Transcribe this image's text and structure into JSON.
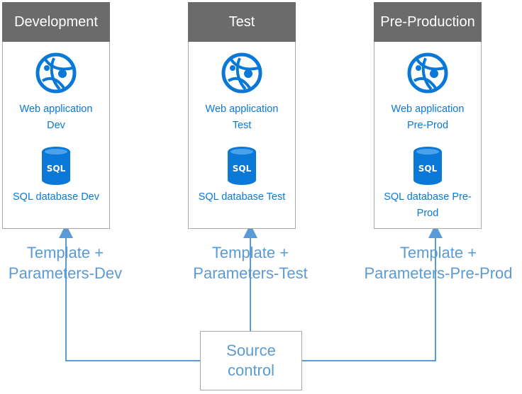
{
  "environments": [
    {
      "title": "Development",
      "web_line1": "Web application",
      "web_line2": "Dev",
      "sql_line1": "SQL database Dev",
      "sql_line2": "",
      "template_line1": "Template +",
      "template_line2": "Parameters-Dev"
    },
    {
      "title": "Test",
      "web_line1": "Web application",
      "web_line2": "Test",
      "sql_line1": "SQL database Test",
      "sql_line2": "",
      "template_line1": "Template +",
      "template_line2": "Parameters-Test"
    },
    {
      "title": "Pre-Production",
      "web_line1": "Web application",
      "web_line2": "Pre-Prod",
      "sql_line1": "SQL database Pre-",
      "sql_line2": "Prod",
      "template_line1": "Template +",
      "template_line2": "Parameters-Pre-Prod"
    }
  ],
  "icon_text": "SQL",
  "source": {
    "line1": "Source",
    "line2": "control"
  },
  "colors": {
    "header": "#6b6b6b",
    "label": "#0a78d7",
    "template": "#5b9bd5",
    "arrow": "#5b9bd5",
    "icon": "#0a78d7"
  },
  "icons": {
    "web": "globe-web-app-icon",
    "sql": "sql-database-icon"
  }
}
